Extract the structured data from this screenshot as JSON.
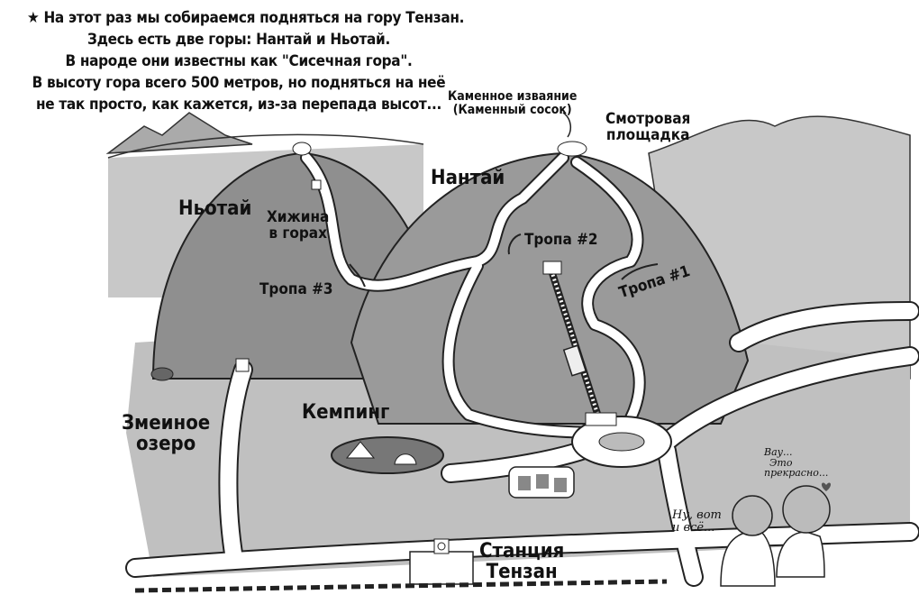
{
  "intro": {
    "icon": "star-icon",
    "lines": [
      "На этот раз мы собираемся подняться на гору Тензан.",
      "Здесь есть две горы: Нантай и Ньотай.",
      "В народе они известны как \"Сисечная гора\".",
      "В высоту гора всего 500 метров, но подняться на неё",
      "не так просто, как кажется, из-за перепада высот..."
    ]
  },
  "labels": {
    "statue": [
      "Каменное изваяние",
      "(Каменный сосок)"
    ],
    "viewpoint": [
      "Смотровая",
      "площадка"
    ],
    "nantai": "Нантай",
    "nyotai": "Ньотай",
    "hut": [
      "Хижина",
      "в горах"
    ],
    "trail1": "Тропа #1",
    "trail2": "Тропа #2",
    "trail3": "Тропа #3",
    "lake": [
      "Змеиное",
      "озеро"
    ],
    "camping": "Кемпинг",
    "station": [
      "Станция",
      "Тензан"
    ]
  },
  "dialogue": {
    "left": [
      "Ну, вот",
      "и всё..."
    ],
    "right": [
      "Вау...",
      "Это",
      "прекрасно..."
    ]
  }
}
